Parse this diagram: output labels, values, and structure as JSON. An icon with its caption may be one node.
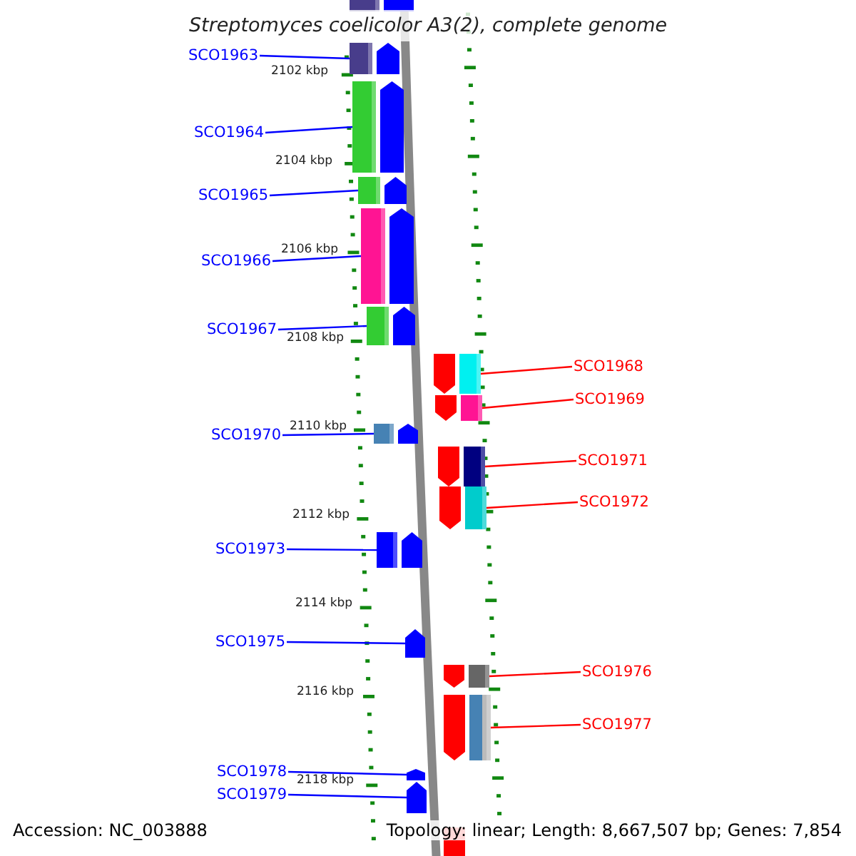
{
  "diagram": {
    "title": "Streptomyces coelicolor A3(2), complete genome",
    "nodes": [
      {
        "text": [],
        "shape": "bar"
      },
      {
        "text": [
          "SCO1963"
        ]
      },
      {
        "text": [],
        "shape": "bar"
      },
      {
        "text": [
          "SCO1964"
        ]
      },
      {
        "text": [],
        "shape": "bar"
      },
      {
        "text": [
          "SCO1965"
        ]
      },
      {
        "text": [],
        "shape": "bar"
      },
      {
        "text": [
          "SCO1966"
        ]
      },
      {
        "text": [],
        "shape": "bar"
      },
      {
        "text": [
          "SCO1967"
        ]
      },
      {
        "text": [],
        "shape": "bar"
      },
      {
        "text": [
          "SCO1968"
        ]
      },
      {
        "text": [],
        "shape": "bar"
      },
      {
        "text": [
          "SCO1969"
        ]
      },
      {
        "text": [],
        "shape": "bar"
      },
      {
        "text": [
          "SCO1970"
        ]
      },
      {
        "text": [],
        "shape": "bar"
      },
      {
        "text": [
          "SCO1971"
        ]
      },
      {
        "text": [],
        "shape": "bar"
      },
      {
        "text": [
          "SCO1972"
        ]
      },
      {
        "text": [],
        "shape": "bar"
      },
      {
        "text": [
          "SCO1973"
        ]
      },
      {
        "text": [],
        "shape": "bar"
      },
      {
        "text": [
          "SCO1975"
        ]
      },
      {
        "text": [],
        "shape": "bar"
      },
      {
        "text": [
          "SCO1976"
        ]
      },
      {
        "text": [],
        "shape": "bar"
      },
      {
        "text": [
          "SCO1977"
        ]
      },
      {
        "text": [],
        "shape": "bar"
      },
      {
        "text": [
          "SCO1978"
        ]
      },
      {
        "text": [],
        "shape": "bar"
      },
      {
        "text": [
          "SCO1979"
        ]
      },
      {
        "text": [],
        "shape": "bar"
      },
      {
        "text": [],
        "shape": "bar"
      }
    ],
    "edges": [
      {
        "from": 1,
        "to": 2,
        "arrow": "none"
      },
      {
        "from": 3,
        "to": 4,
        "arrow": "none"
      },
      {
        "from": 5,
        "to": 6,
        "arrow": "none"
      },
      {
        "from": 7,
        "to": 8,
        "arrow": "none"
      },
      {
        "from": 9,
        "to": 10,
        "arrow": "none"
      },
      {
        "from": 11,
        "to": 12,
        "arrow": "none",
        "color": "#ff0000"
      },
      {
        "from": 13,
        "to": 14,
        "arrow": "none",
        "color": "#ff0000"
      },
      {
        "from": 15,
        "to": 16,
        "arrow": "none"
      },
      {
        "from": 17,
        "to": 18,
        "arrow": "none",
        "color": "#ff0000"
      },
      {
        "from": 19,
        "to": 20,
        "arrow": "none",
        "color": "#ff0000"
      },
      {
        "from": 21,
        "to": 22,
        "arrow": "none"
      },
      {
        "from": 23,
        "to": 24,
        "arrow": "none"
      },
      {
        "from": 25,
        "to": 26,
        "arrow": "none",
        "color": "#ff0000"
      },
      {
        "from": 27,
        "to": 28,
        "arrow": "none",
        "color": "#ff0000"
      },
      {
        "from": 29,
        "to": 30,
        "arrow": "none"
      },
      {
        "from": 31,
        "to": 32,
        "arrow": "none"
      }
    ],
    "labels": [
      "2102 kbp",
      "2104 kbp",
      "2106 kbp",
      "2108 kbp",
      "2110 kbp",
      "2112 kbp",
      "2114 kbp",
      "2116 kbp",
      "2118 kbp",
      "Accession: NC_003888",
      "Topology: linear; Length: 8,667,507 bp; Genes: 7,854"
    ]
  }
}
